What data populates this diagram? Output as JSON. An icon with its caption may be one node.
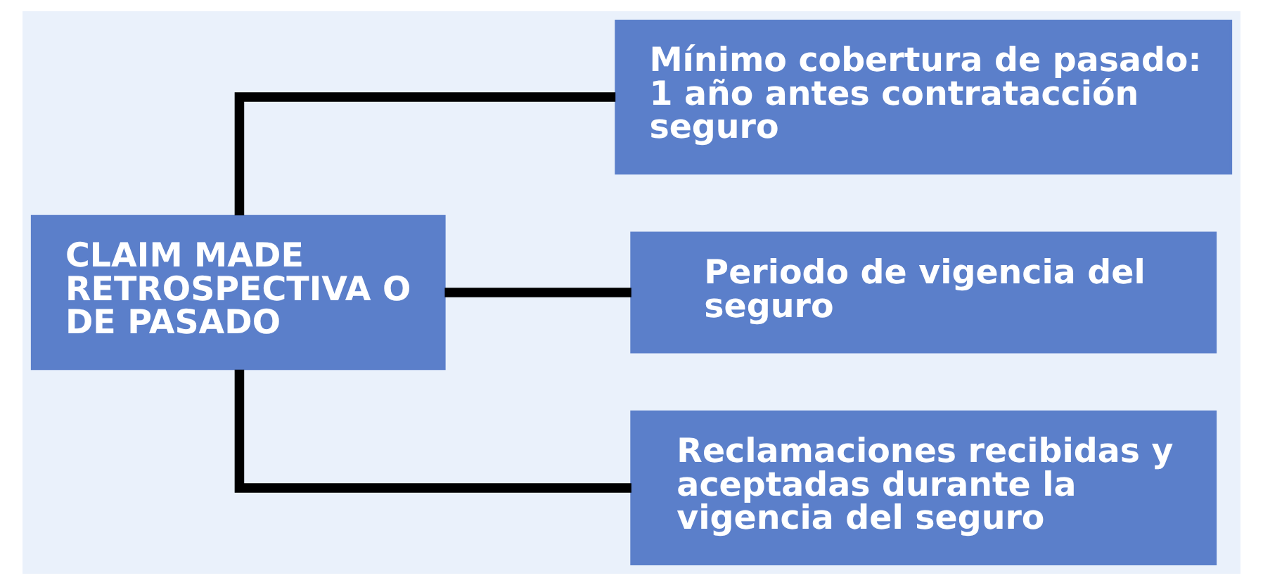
{
  "diagram": {
    "nodes": [
      {
        "text": [
          "CLAIM MADE RETROSPECTIVA O DE PASADO"
        ]
      },
      {
        "text": [
          "Mínimo cobertura de pasado: 1 año antes contratacción seguro"
        ]
      },
      {
        "text": [
          "Periodo de vigencia del seguro"
        ]
      },
      {
        "text": [
          "Reclamaciones recibidas y aceptadas durante la vigencia del seguro"
        ]
      }
    ],
    "edges": [
      {
        "from": 0,
        "to": 1,
        "arrow": "none"
      },
      {
        "from": 0,
        "to": 2,
        "arrow": "none"
      },
      {
        "from": 0,
        "to": 3,
        "arrow": "none"
      }
    ]
  }
}
